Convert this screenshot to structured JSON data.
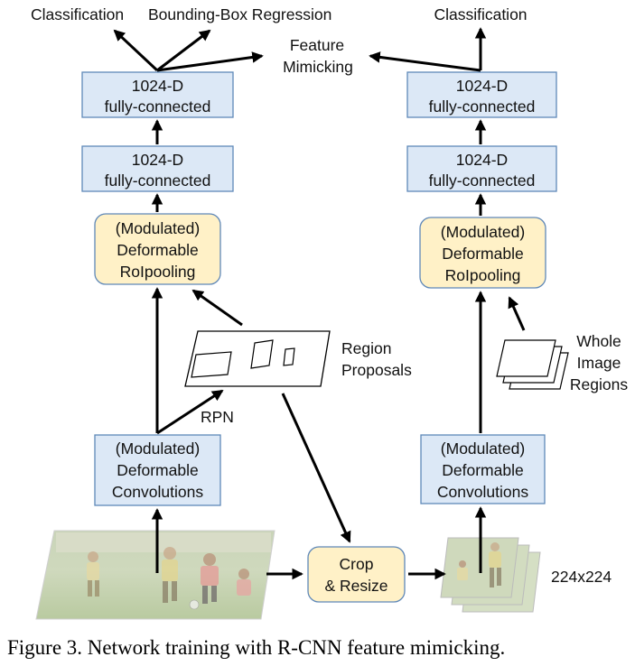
{
  "left_branch": {
    "top_outputs": {
      "classification": "Classification",
      "bbox_regression": "Bounding-Box Regression"
    },
    "fc_upper": {
      "line1": "1024-D",
      "line2": "fully-connected"
    },
    "fc_lower": {
      "line1": "1024-D",
      "line2": "fully-connected"
    },
    "roipool": {
      "line1": "(Modulated)",
      "line2": "Deformable",
      "line3": "RoIpooling"
    },
    "conv": {
      "line1": "(Modulated)",
      "line2": "Deformable",
      "line3": "Convolutions"
    },
    "rpn_label": "RPN",
    "region_proposals": {
      "line1": "Region",
      "line2": "Proposals"
    }
  },
  "feature_mimicking": {
    "line1": "Feature",
    "line2": "Mimicking"
  },
  "right_branch": {
    "top_output": "Classification",
    "fc_upper": {
      "line1": "1024-D",
      "line2": "fully-connected"
    },
    "fc_lower": {
      "line1": "1024-D",
      "line2": "fully-connected"
    },
    "roipool": {
      "line1": "(Modulated)",
      "line2": "Deformable",
      "line3": "RoIpooling"
    },
    "conv": {
      "line1": "(Modulated)",
      "line2": "Deformable",
      "line3": "Convolutions"
    },
    "whole_image_regions": {
      "line1": "Whole",
      "line2": "Image",
      "line3": "Regions"
    }
  },
  "crop_resize": {
    "line1": "Crop",
    "line2": "& Resize"
  },
  "crop_size_label": "224x224",
  "caption": "Figure 3. Network training with R-CNN feature mimicking.",
  "colors": {
    "box_blue": "#dce8f6",
    "box_yellow": "#fff1c7",
    "box_stroke": "#5f88b8"
  }
}
